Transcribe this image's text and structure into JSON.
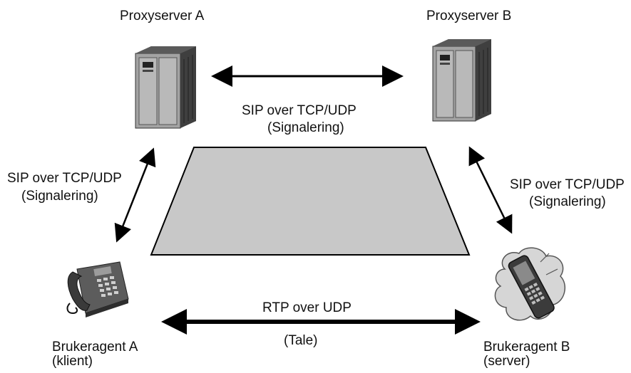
{
  "nodes": {
    "proxy_a": {
      "label": "Proxyserver A",
      "icon": "server-icon"
    },
    "proxy_b": {
      "label": "Proxyserver B",
      "icon": "server-icon"
    },
    "agent_a": {
      "label": "Brukeragent A",
      "sublabel": "(klient)",
      "icon": "desk-phone-icon"
    },
    "agent_b": {
      "label": "Brukeragent B",
      "sublabel": "(server)",
      "icon": "mobile-phone-icon"
    }
  },
  "links": {
    "proxy_proxy": {
      "protocol": "SIP over TCP/UDP",
      "role": "(Signalering)"
    },
    "proxy_a_agent_a": {
      "protocol": "SIP over TCP/UDP",
      "role": "(Signalering)"
    },
    "proxy_b_agent_b": {
      "protocol": "SIP over TCP/UDP",
      "role": "(Signalering)"
    },
    "agent_agent": {
      "protocol": "RTP over UDP",
      "role": "(Tale)"
    }
  },
  "colors": {
    "network_fill": "#c8c8c8",
    "stroke": "#000000",
    "server_body": "#9a9a9a",
    "server_dark": "#4a4a4a",
    "cloud_fill": "#d6d6d6"
  }
}
